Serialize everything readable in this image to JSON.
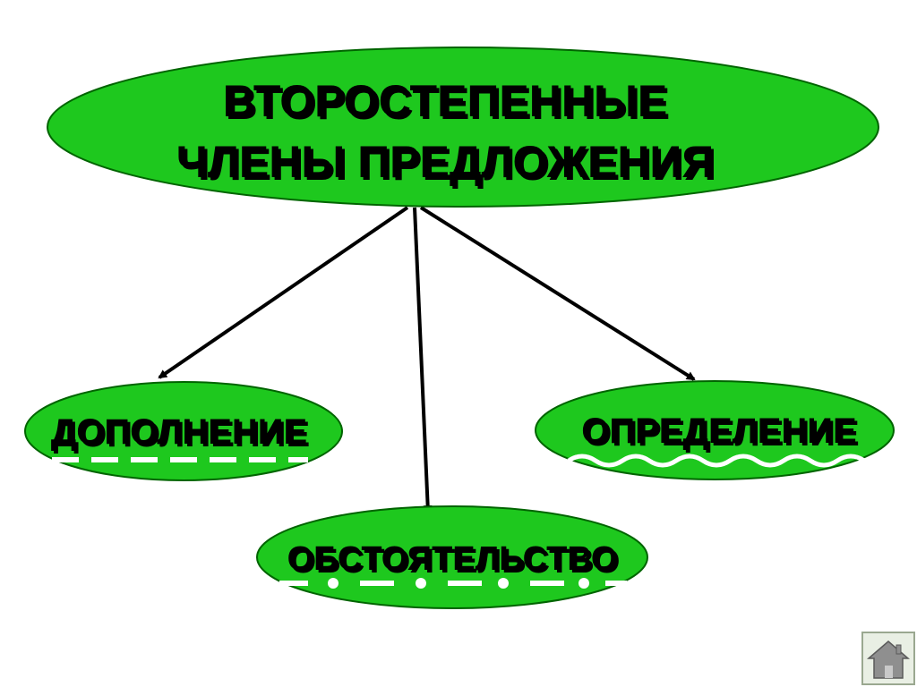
{
  "diagram": {
    "root": {
      "line1": "ВТОРОСТЕПЕННЫЕ",
      "line2": "ЧЛЕНЫ ПРЕДЛОЖЕНИЯ"
    },
    "children": {
      "left": "ДОПОЛНЕНИЕ",
      "middle": "ОБСТОЯТЕЛЬСТВО",
      "right": "ОПРЕДЕЛЕНИЕ"
    },
    "colors": {
      "node_fill": "#1ec81e",
      "node_stroke": "#006400",
      "text": "#000000",
      "underline": "#ffffff",
      "arrow": "#000000"
    }
  },
  "navigation": {
    "home_icon": "home-icon"
  }
}
